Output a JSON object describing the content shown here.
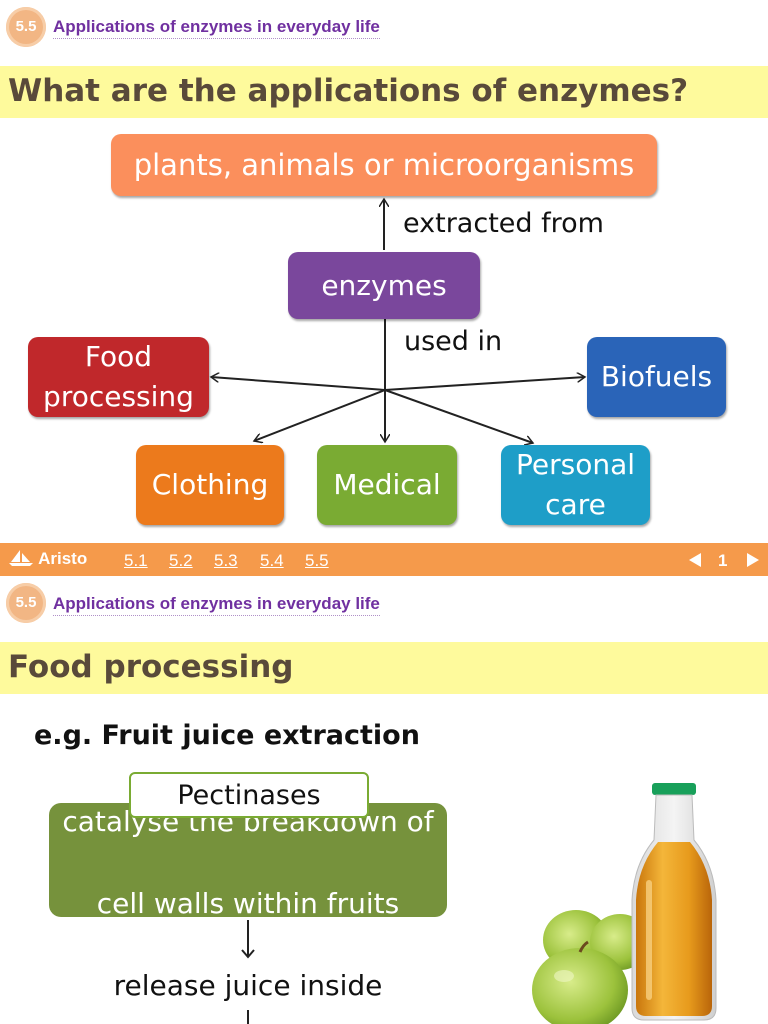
{
  "slide1": {
    "badge": "5.5",
    "section_title": "Applications of enzymes in everyday life",
    "heading": "What are the applications of enzymes?",
    "source_box": "plants, animals or microorganisms",
    "extracted_label": "extracted from",
    "enzymes_box": "enzymes",
    "used_label": "used in",
    "applications": {
      "food": "Food\nprocessing",
      "biofuels": "Biofuels",
      "clothing": "Clothing",
      "medical": "Medical",
      "personal": "Personal\ncare"
    },
    "colors": {
      "source": "#fb8f5c",
      "enzymes": "#7a479c",
      "food": "#c0282b",
      "biofuels": "#2a64b8",
      "clothing": "#ec7a1c",
      "medical": "#7aab33",
      "personal": "#1e9ec8"
    }
  },
  "navbar": {
    "logo": "Aristo",
    "links": [
      "5.1",
      "5.2",
      "5.3",
      "5.4",
      "5.5"
    ],
    "page_number": "1",
    "prev_icon": "triangle-left-icon",
    "next_icon": "triangle-right-icon"
  },
  "slide2": {
    "badge": "5.5",
    "section_title": "Applications of enzymes in everyday life",
    "heading": "Food processing",
    "example_label": "e.g. Fruit juice extraction",
    "pectinases_label": "Pectinases",
    "box_line1": "catalyse the breakdown of",
    "box_line2": "cell walls within fruits",
    "result": "release juice inside",
    "colors": {
      "box": "#76923c",
      "pectin_border": "#7aab33"
    }
  }
}
